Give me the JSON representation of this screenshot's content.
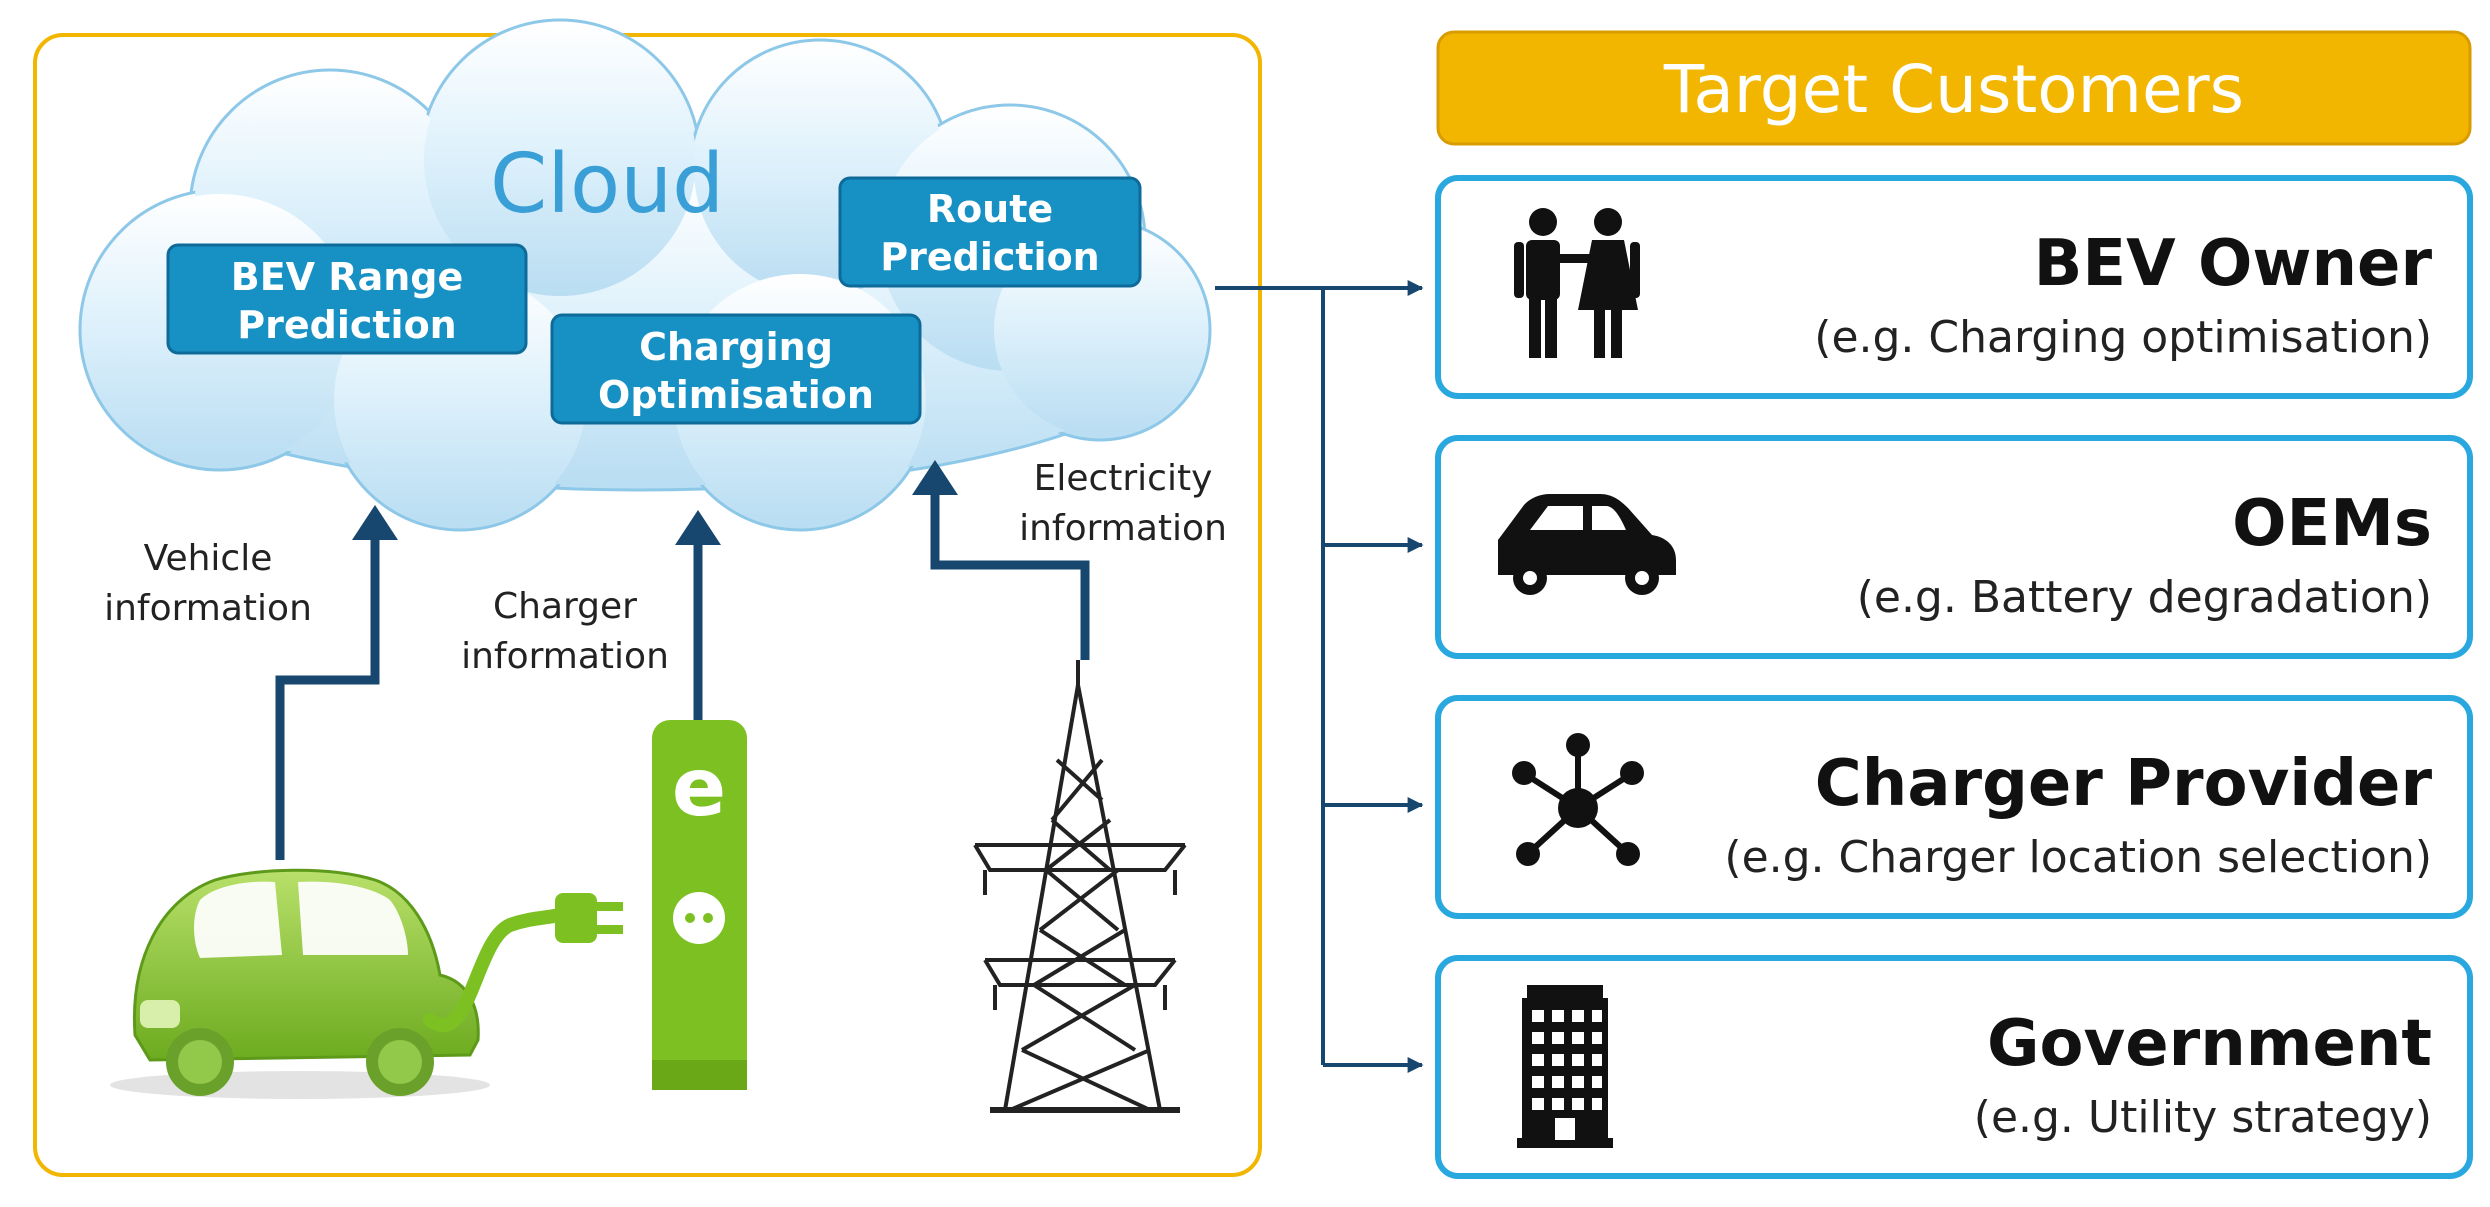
{
  "cloud": {
    "title": "Cloud",
    "services": [
      {
        "line1": "BEV Range",
        "line2": "Prediction"
      },
      {
        "line1": "Charging",
        "line2": "Optimisation"
      },
      {
        "line1": "Route",
        "line2": "Prediction"
      }
    ]
  },
  "inputs": {
    "vehicle": {
      "line1": "Vehicle",
      "line2": "information"
    },
    "charger": {
      "line1": "Charger",
      "line2": "information"
    },
    "electricity": {
      "line1": "Electricity",
      "line2": "information"
    }
  },
  "charger_station_letter": "e",
  "target": {
    "header": "Target Customers",
    "customers": [
      {
        "name": "BEV Owner",
        "example": "(e.g. Charging optimisation)",
        "icon": "people-icon"
      },
      {
        "name": "OEMs",
        "example": "(e.g. Battery degradation)",
        "icon": "car-icon"
      },
      {
        "name": "Charger Provider",
        "example": "(e.g. Charger location selection)",
        "icon": "network-icon"
      },
      {
        "name": "Government",
        "example": "(e.g. Utility strategy)",
        "icon": "building-icon"
      }
    ]
  },
  "colors": {
    "panel_border": "#f2b600",
    "header_fill": "#f2b600",
    "card_border": "#29a8e0",
    "cloud_fill": "#cfe9f7",
    "service_fill": "#1790c4",
    "arrow": "#17476e",
    "green": "#7cc022"
  }
}
